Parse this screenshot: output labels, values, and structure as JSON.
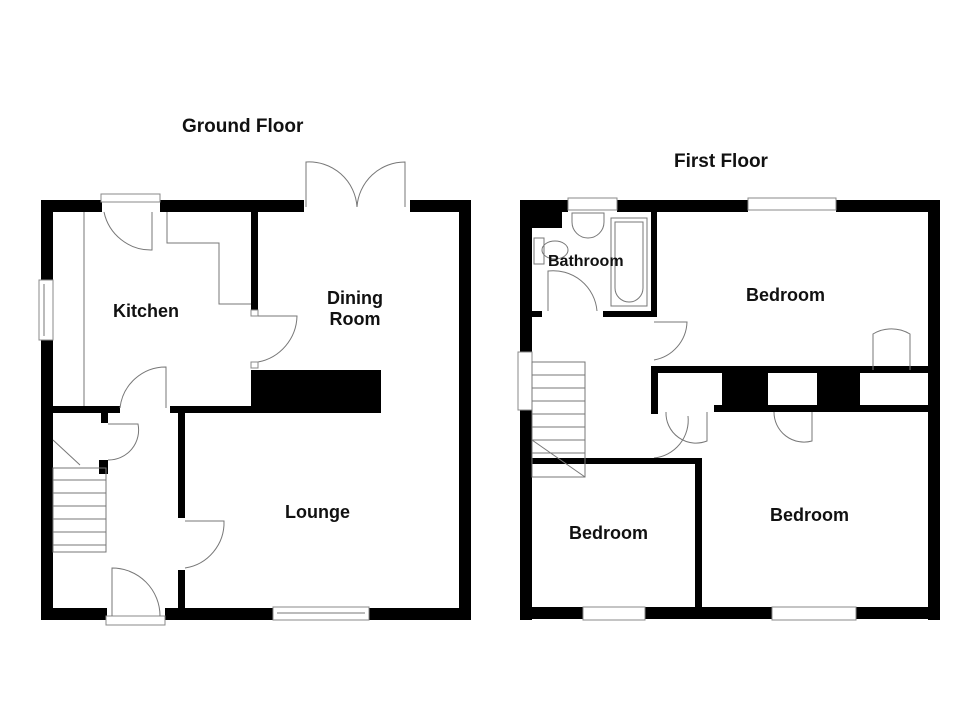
{
  "ground_floor": {
    "title": "Ground Floor",
    "rooms": {
      "kitchen": "Kitchen",
      "dining_line1": "Dining",
      "dining_line2": "Room",
      "lounge": "Lounge"
    }
  },
  "first_floor": {
    "title": "First Floor",
    "rooms": {
      "bathroom": "Bathroom",
      "bedroom_rear": "Bedroom",
      "bedroom_front_small": "Bedroom",
      "bedroom_front_large": "Bedroom"
    }
  },
  "colors": {
    "wall": "#000000",
    "fixture_line": "#777777",
    "background": "#ffffff"
  }
}
